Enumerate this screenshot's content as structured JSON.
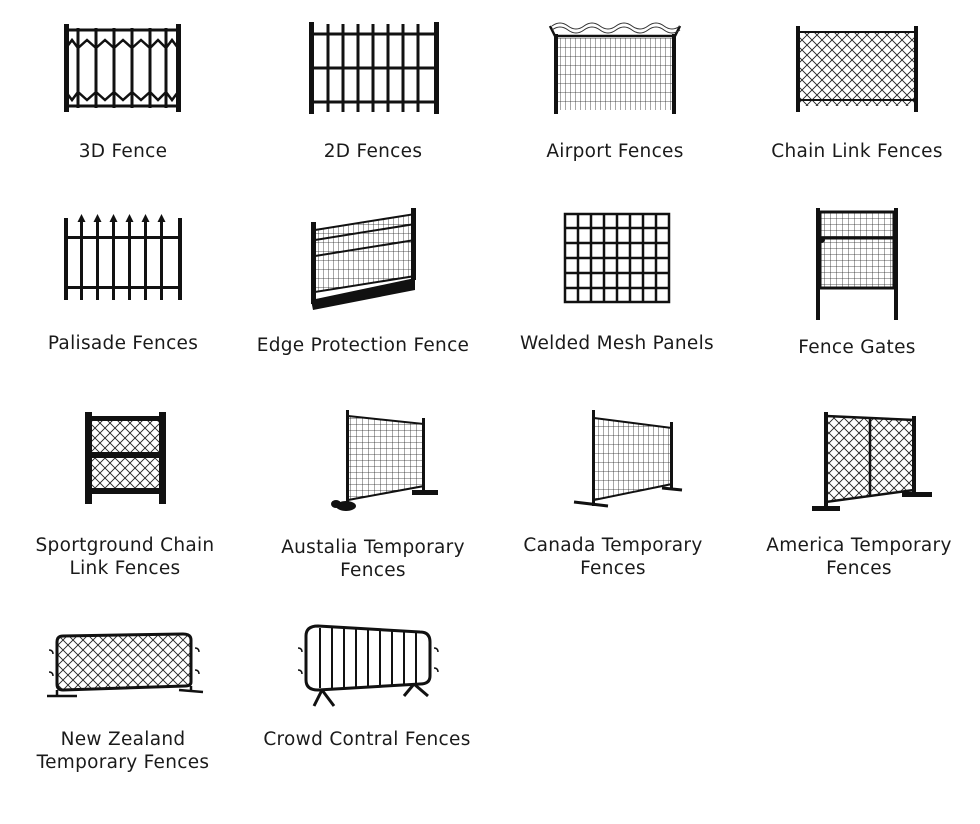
{
  "products": [
    {
      "label": "3D Fence",
      "icon": "3d-fence-icon"
    },
    {
      "label": "2D Fences",
      "icon": "2d-fence-icon"
    },
    {
      "label": "Airport Fences",
      "icon": "airport-fence-icon"
    },
    {
      "label": "Chain Link Fences",
      "icon": "chain-link-fence-icon"
    },
    {
      "label": "Palisade Fences",
      "icon": "palisade-fence-icon"
    },
    {
      "label": "Edge Protection Fence",
      "icon": "edge-protection-fence-icon"
    },
    {
      "label": "Welded Mesh Panels",
      "icon": "welded-mesh-panel-icon"
    },
    {
      "label": "Fence Gates",
      "icon": "fence-gate-icon"
    },
    {
      "label": "Sportground Chain Link Fences",
      "icon": "sportground-fence-icon"
    },
    {
      "label": "Austalia Temporary Fences",
      "icon": "australia-temporary-fence-icon"
    },
    {
      "label": "Canada Temporary Fences",
      "icon": "canada-temporary-fence-icon"
    },
    {
      "label": "America Temporary Fences",
      "icon": "america-temporary-fence-icon"
    },
    {
      "label": "New Zealand Temporary Fences",
      "icon": "new-zealand-temporary-fence-icon"
    },
    {
      "label": "Crowd Contral Fences",
      "icon": "crowd-control-fence-icon"
    }
  ]
}
